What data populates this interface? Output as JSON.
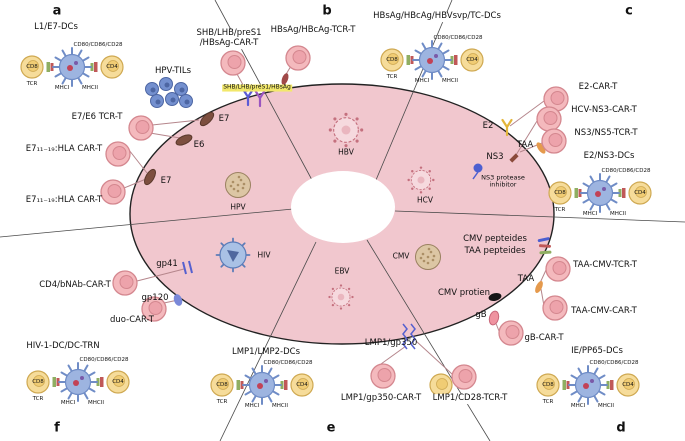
{
  "panels": {
    "a": "a",
    "b": "b",
    "c": "c",
    "d": "d",
    "e": "e",
    "f": "f"
  },
  "viruses": {
    "hbv": "HBV",
    "hpv": "HPV",
    "hcv": "HCV",
    "hiv": "HIV",
    "ebv": "EBV",
    "cmv": "CMV"
  },
  "dc": {
    "cd8": "CD8",
    "cd4": "CD4",
    "costim": "CD80/CD86/CD28",
    "tcr": "TCR",
    "mhc1": "MHCI",
    "mhc2": "MHCII"
  },
  "sections": {
    "a": {
      "dcs": "L1/E7-DCs",
      "tils": "HPV-TILs",
      "tcr_t": "E7/E6 TCR-T",
      "car_t1": "E7₁₁₋₁₉:HLA CAR-T",
      "car_t2": "E7₁₁₋₁₉:HLA CAR-T",
      "e7_top": "E7",
      "e6": "E6",
      "e7_bottom": "E7"
    },
    "b": {
      "car_t": "SHB/LHB/preS1\n/HBsAg-CAR-T",
      "tcr_t": "HBsAg/HBcAg-TCR-T",
      "antigen": "SHB/LHB/preS1/HBsAg"
    },
    "c": {
      "dcs_top": "HBsAg/HBcAg/HBVsvp/TC-DCs",
      "e2_car_t": "E2-CAR-T",
      "hcv_ns3_car_t": "HCV-NS3-CAR-T",
      "ns3_ns5_tcr_t": "NS3/NS5-TCR-T",
      "dcs_bottom": "E2/NS3-DCs",
      "e2": "E2",
      "taa": "TAA",
      "ns3": "NS3",
      "inhibitor": "NS3 protease\ninhibitor"
    },
    "d": {
      "cmv_peptides": "CMV pepteides",
      "taa_peptides": "TAA pepteides",
      "taa_cmv_tcr_t": "TAA-CMV-TCR-T",
      "taa": "TAA",
      "cmv_protein": "CMV protien",
      "taa_cmv_car_t": "TAA-CMV-CAR-T",
      "gb": "gB",
      "gb_car_t": "gB-CAR-T",
      "dcs": "IE/PP65-DCs"
    },
    "e": {
      "antigen": "LMP1/gp350",
      "dcs": "LMP1/LMP2-DCs",
      "car_t": "LMP1/gp350-CAR-T",
      "tcr_t": "LMP1/CD28-TCR-T"
    },
    "f": {
      "gp41": "gp41",
      "car_t": "CD4/bNAb-CAR-T",
      "gp120": "gp120",
      "duo_car_t": "duo-CAR-T",
      "dcs": "HIV-1-DC/DC-TRN"
    }
  },
  "colors": {
    "tumor_pink": "#f1c7ce",
    "t_cell_pink": "#f4b9bd",
    "dendritic_blue": "#9db4e0",
    "helper_yellow": "#f6dc9a",
    "virus_tan": "#dcc6a4",
    "hiv_blue": "#a9c1e5",
    "highlight_yellow": "#f2e86b"
  }
}
